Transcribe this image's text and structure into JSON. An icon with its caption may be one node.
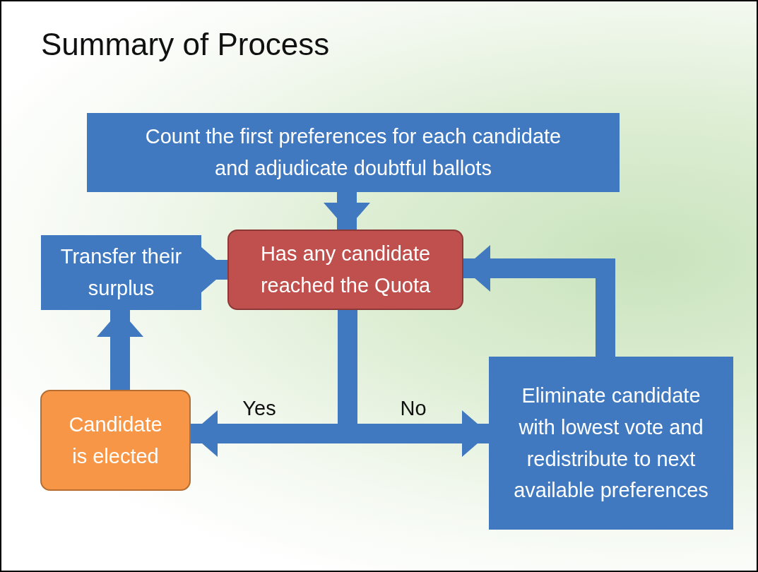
{
  "diagram": {
    "title": "Summary of Process",
    "nodes": [
      {
        "text": [
          "Count the first preferences for each candidate and adjudicate doubtful ballots"
        ]
      },
      {
        "text": [
          "Has any candidate reached the Quota"
        ]
      },
      {
        "text": [
          "Transfer their surplus"
        ]
      },
      {
        "text": [
          "Candidate is elected"
        ]
      },
      {
        "text": [
          "Eliminate candidate with lowest vote and redistribute to next available preferences"
        ]
      }
    ],
    "edges": [
      {
        "from": 0,
        "to": 1,
        "arrow": "to"
      },
      {
        "from": 2,
        "to": 1,
        "arrow": "to"
      },
      {
        "from": 3,
        "to": 2,
        "arrow": "to"
      },
      {
        "from": 1,
        "to": 3,
        "arrow": "to",
        "label": "Yes"
      },
      {
        "from": 1,
        "to": 4,
        "arrow": "to",
        "label": "No"
      },
      {
        "from": 4,
        "to": 1,
        "arrow": "to"
      }
    ]
  }
}
